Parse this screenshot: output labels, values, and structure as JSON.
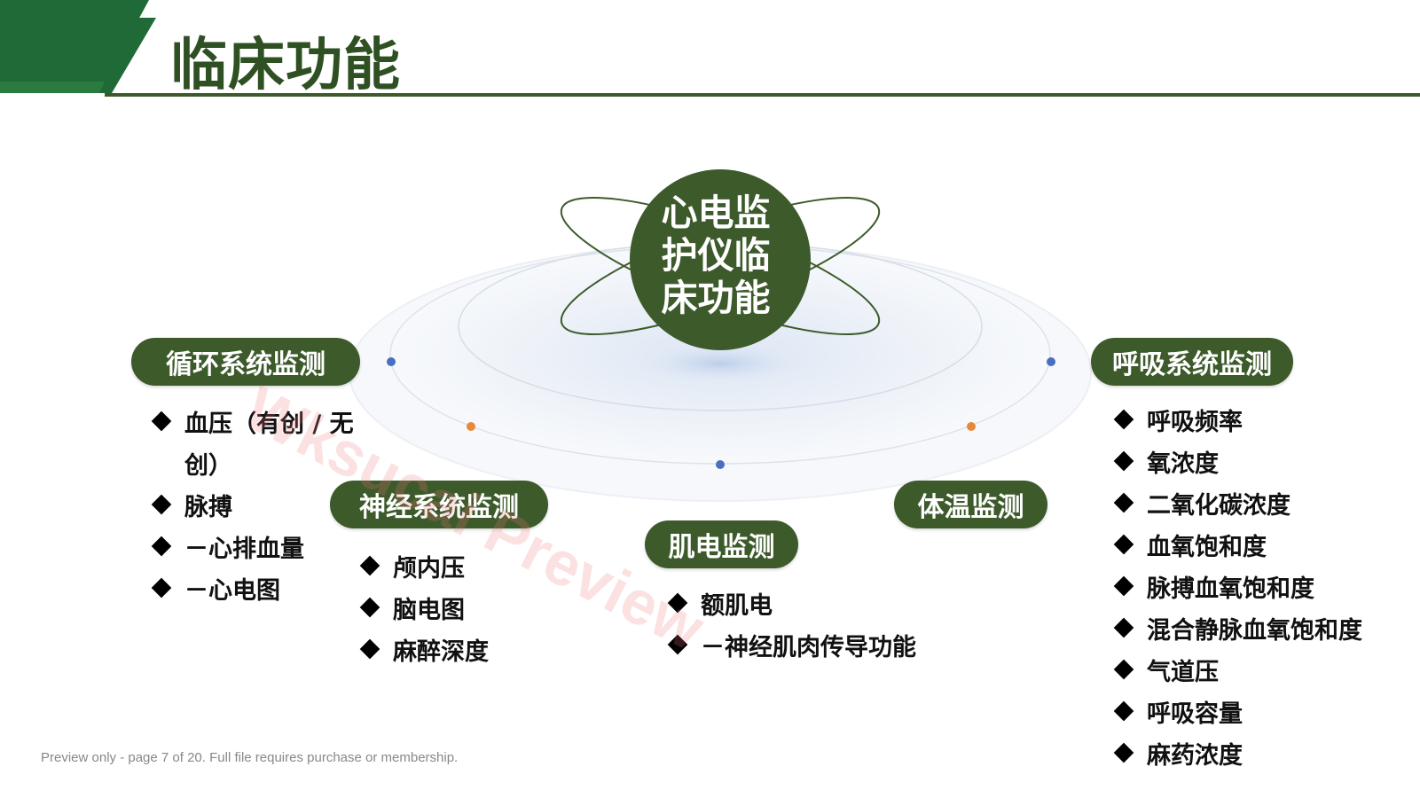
{
  "title": "临床功能",
  "center": {
    "lines": [
      "心电监",
      "护仪临",
      "床功能"
    ]
  },
  "categories": [
    {
      "id": "circulation",
      "label": "循环系统监测",
      "items": [
        "血压（有创 / 无创）",
        "脉搏",
        "－心排血量",
        "－心电图"
      ]
    },
    {
      "id": "nervous",
      "label": "神经系统监测",
      "items": [
        "颅内压",
        "脑电图",
        "麻醉深度"
      ]
    },
    {
      "id": "emg",
      "label": "肌电监测",
      "items": [
        "额肌电",
        "－神经肌肉传导功能"
      ]
    },
    {
      "id": "temperature",
      "label": "体温监测",
      "items": []
    },
    {
      "id": "respiration",
      "label": "呼吸系统监测",
      "items": [
        "呼吸频率",
        "氧浓度",
        "二氧化碳浓度",
        "血氧饱和度",
        "脉搏血氧饱和度",
        "混合静脉血氧饱和度",
        "气道压",
        "呼吸容量",
        "麻药浓度"
      ]
    }
  ],
  "watermark": "Wksucai Preview",
  "footer": "Preview only - page 7 of 20. Full file requires purchase or membership.",
  "colors": {
    "primary": "#3d5a2b",
    "dark": "#1f5f33",
    "title": "#2e5023",
    "dot_blue": "#4a6fc0",
    "dot_orange": "#e8893a"
  }
}
